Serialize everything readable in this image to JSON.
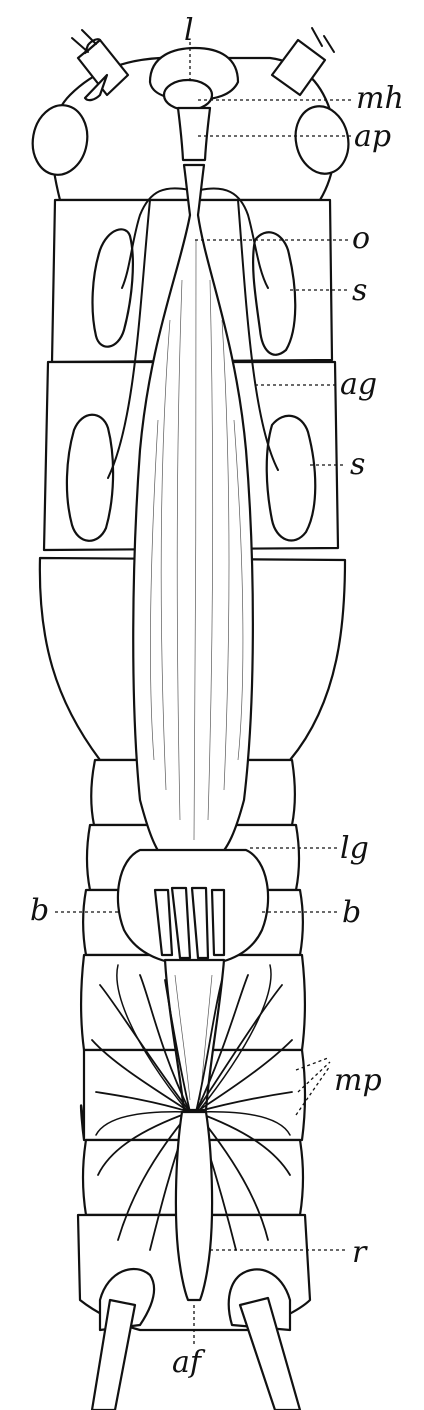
{
  "labels": {
    "l": "l",
    "mh": "mh",
    "ap": "ap",
    "o": "o",
    "s_upper": "s",
    "ag": "ag",
    "s_lower": "s",
    "lg": "lg",
    "b_left": "b",
    "b_right": "b",
    "mp": "mp",
    "r": "r",
    "af": "af"
  }
}
